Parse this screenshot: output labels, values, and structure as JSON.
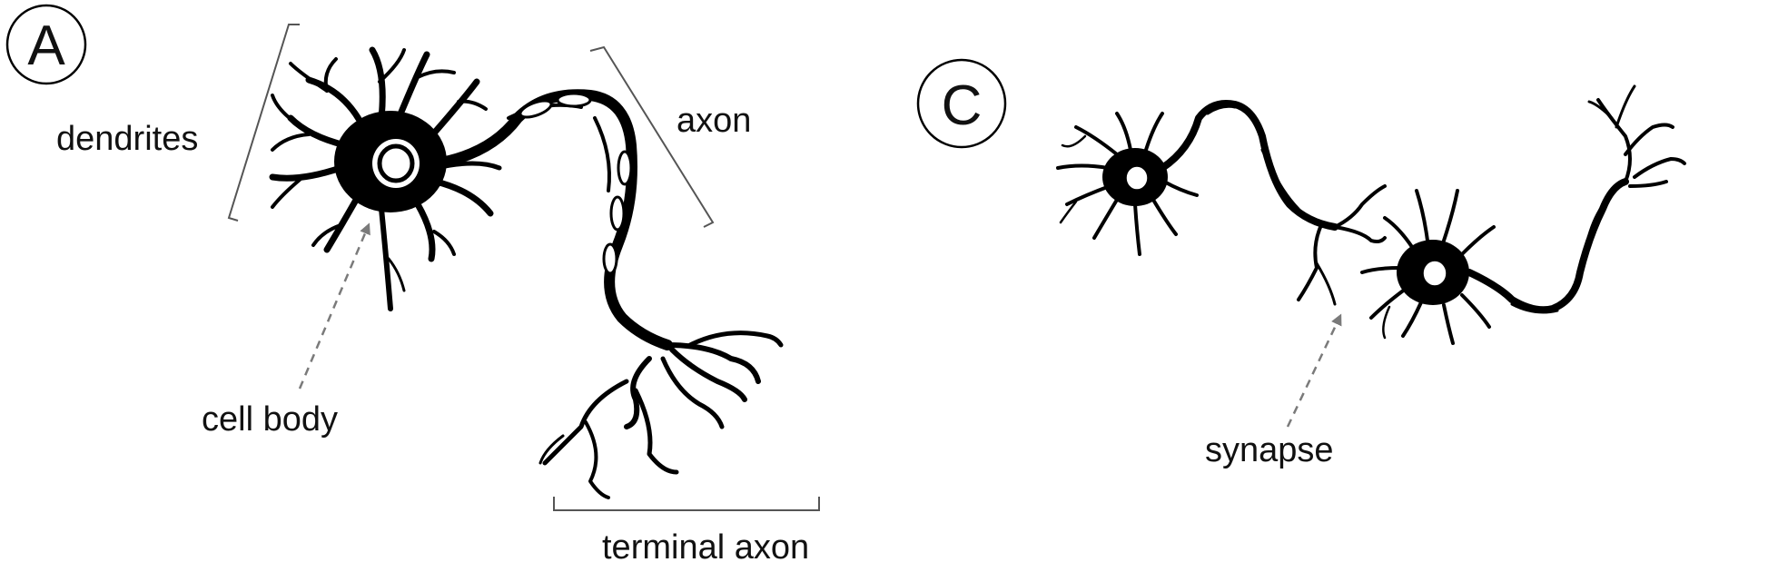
{
  "panels": [
    {
      "letter": "A",
      "labels": {
        "dendrites": "dendrites",
        "axon": "axon",
        "cell_body": "cell body",
        "terminal_axon": "terminal axon"
      }
    },
    {
      "letter": "C",
      "labels": {
        "synapse": "synapse"
      }
    }
  ],
  "colors": {
    "ink": "#000000",
    "bracket": "#555555",
    "arrow": "#7a7a7a"
  }
}
